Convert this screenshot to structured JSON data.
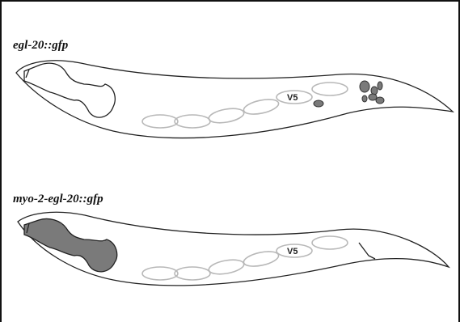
{
  "panels": [
    {
      "label": "egl-20::gfp",
      "cell_label": "V5",
      "pharynx_fill": "#ffffff",
      "posterior_cells": "expressing"
    },
    {
      "label": "myo-2-egl-20::gfp",
      "cell_label": "V5",
      "pharynx_fill": "#7a7a7a",
      "posterior_cells": "none"
    }
  ],
  "colors": {
    "outline": "#222222",
    "seam_cells": "#b8b8b8",
    "gfp_expression": "#7a7a7a"
  }
}
